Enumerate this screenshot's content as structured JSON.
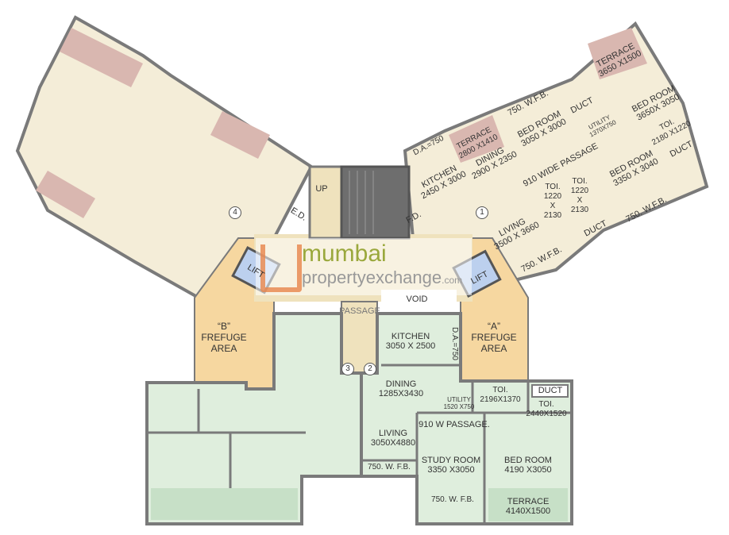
{
  "colors": {
    "wing_floor": "#f4edd8",
    "bottom_floor": "#dfeedd",
    "refuge": "#f6d7a0",
    "wall": "#7a7a7a",
    "terrace": "#d9b7b0",
    "stair": "#6e6e6e",
    "lift": "#bcd0ee",
    "watermark_green": "#9aa83c",
    "watermark_orange": "#e9854a"
  },
  "watermark": {
    "line1": "mumbai",
    "line2": "propertyexchange",
    "suffix": ".com"
  },
  "core": {
    "up": "UP",
    "ed": "E.D.",
    "fd": "F.D.",
    "lift_left": "LIFT",
    "lift_right": "LIFT",
    "void": "VOID",
    "passage": "PASSAGE"
  },
  "entrances": [
    "1",
    "2",
    "3",
    "4"
  ],
  "refuge": {
    "b": {
      "tag": "“B”",
      "line1": "FREFUGE",
      "line2": "AREA"
    },
    "a": {
      "tag": "“A”",
      "line1": "FREFUGE",
      "line2": "AREA"
    }
  },
  "flat1": {
    "terrace_a": {
      "name": "TERRACE",
      "dims": "3650 X1500"
    },
    "bed_a": {
      "name": "BED ROOM",
      "dims": "3650X 3050"
    },
    "wfb_a": "750. W.F.B.",
    "bed_b": {
      "name": "BED ROOM",
      "dims": "3050 X 3000"
    },
    "duct_a": "DUCT",
    "utility": {
      "name": "UTILITY",
      "dims": "1370X750"
    },
    "toi_a": {
      "name": "TOI.",
      "dims": "2180 X1220"
    },
    "duct_b": "DUCT",
    "terrace_b": {
      "name": "TERRACE",
      "dims": "2800 X1410"
    },
    "da": "D.A.=750",
    "kitchen": {
      "name": "KITCHEN",
      "dims": "2450 X 3000"
    },
    "dining": {
      "name": "DINING",
      "dims": "2900 X 2350"
    },
    "passage": "910 WIDE PASSAGE",
    "toi_b": {
      "name": "TOI.",
      "l1": "1220",
      "l2": "X",
      "l3": "2130"
    },
    "toi_c": {
      "name": "TOI.",
      "l1": "1220",
      "l2": "X",
      "l3": "2130"
    },
    "bed_c": {
      "name": "BED ROOM",
      "dims": "3350 X 3040"
    },
    "wfb_b": "750. W.F.B.",
    "duct_c": "DUCT",
    "living": {
      "name": "LIVING",
      "dims": "3500 X 3660"
    },
    "wfb_c": "750. W.F.B."
  },
  "flat2": {
    "kitchen": {
      "name": "KITCHEN",
      "dims": "3050 X 2500"
    },
    "da": "D.A.=750",
    "dining": {
      "name": "DINING",
      "dims": "1285X3430"
    },
    "utility": {
      "name": "UTILITY",
      "dims": "1520 X750"
    },
    "toi_a": {
      "name": "TOI.",
      "dims": "2196X1370"
    },
    "duct": "DUCT",
    "toi_b": {
      "name": "TOI.",
      "dims": "2440X1520"
    },
    "passage": "910  W PASSAGE.",
    "living": {
      "name": "LIVING",
      "dims": "3050X4880"
    },
    "wfb_a": "750. W. F.B.",
    "study": {
      "name": "STUDY ROOM",
      "dims": "3350 X3050"
    },
    "bed": {
      "name": "BED ROOM",
      "dims": "4190 X3050"
    },
    "wfb_b": "750. W. F.B.",
    "terrace": {
      "name": "TERRACE",
      "dims": "4140X1500"
    }
  }
}
